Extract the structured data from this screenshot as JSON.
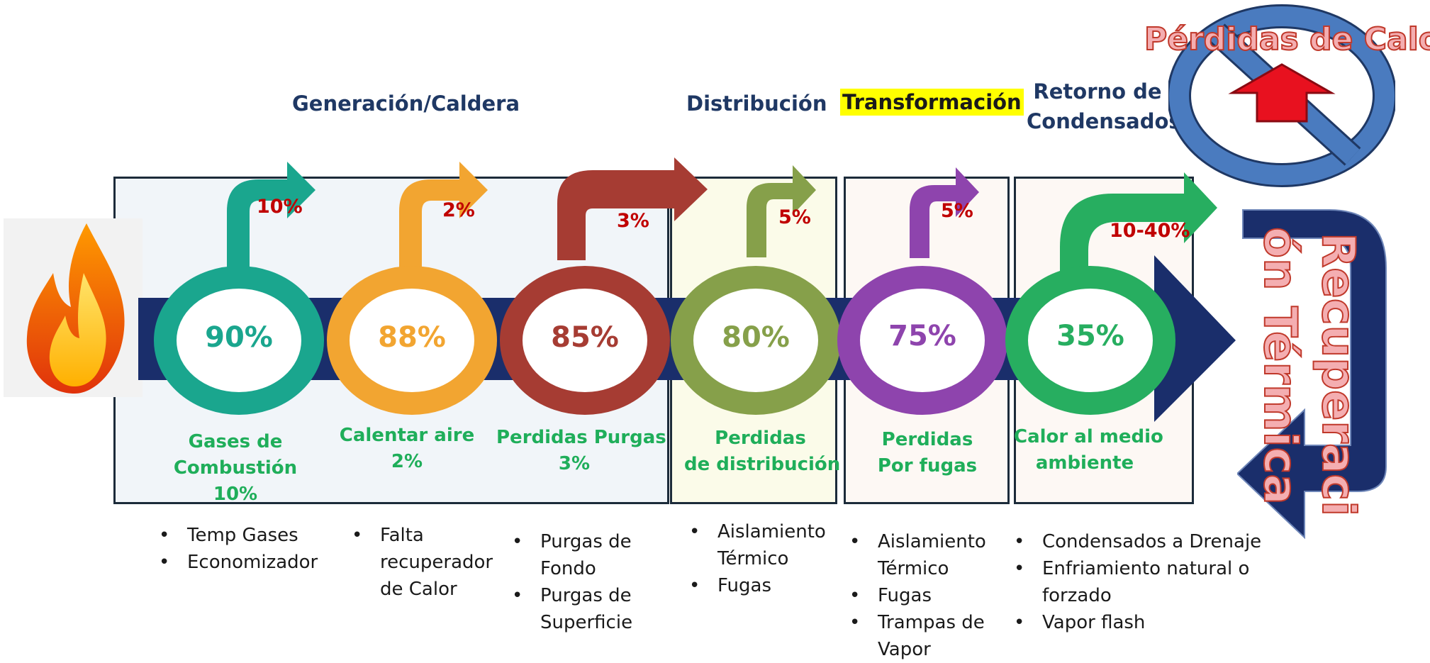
{
  "sections": {
    "generacion": "Generación/Caldera",
    "distribucion": "Distribución",
    "transformacion": "Transformación",
    "retorno": [
      "Retorno de",
      "Condensados"
    ]
  },
  "badge": {
    "title": "Pérdidas de Calor",
    "icon": "no-heat-loss-icon"
  },
  "recovery": {
    "lines": [
      "Recuperaci",
      "ón Térmica"
    ]
  },
  "stages": [
    {
      "value": "90%",
      "color": "#1aa68e",
      "loss": "10%",
      "caption": [
        "Gases de",
        "Combustión",
        "10%"
      ],
      "bullets": [
        "Temp Gases",
        "Economizador"
      ]
    },
    {
      "value": "88%",
      "color": "#f2a531",
      "loss": "2%",
      "caption": [
        "Calentar aire",
        "2%"
      ],
      "bullets": [
        "Falta recuperador de Calor"
      ]
    },
    {
      "value": "85%",
      "color": "#a63c33",
      "loss": "3%",
      "caption": [
        "Perdidas Purgas",
        "3%"
      ],
      "bullets": [
        "Purgas de Fondo",
        "Purgas de Superficie"
      ]
    },
    {
      "value": "80%",
      "color": "#86a04a",
      "loss": "5%",
      "caption": [
        "Perdidas",
        "de distribución"
      ],
      "bullets": [
        "Aislamiento Térmico",
        "Fugas"
      ]
    },
    {
      "value": "75%",
      "color": "#8e44ad",
      "loss": "5%",
      "caption": [
        "Perdidas",
        "Por fugas"
      ],
      "bullets": [
        "Aislamiento Térmico",
        "Fugas",
        "Trampas de Vapor"
      ]
    },
    {
      "value": "35%",
      "color": "#27ae60",
      "loss": "10-40%",
      "caption": [
        "Calor al medio",
        "ambiente"
      ],
      "bullets": [
        "Condensados  a Drenaje",
        "Enfriamiento natural o forzado",
        "Vapor flash"
      ]
    }
  ],
  "colors": {
    "navy": "#1a2e6b",
    "badge_blue": "#4a7bbf",
    "arrow_red": "#e8111f",
    "loss_red": "#c00000",
    "caption_green": "#1fae5a",
    "highlight": "#ffff00"
  }
}
